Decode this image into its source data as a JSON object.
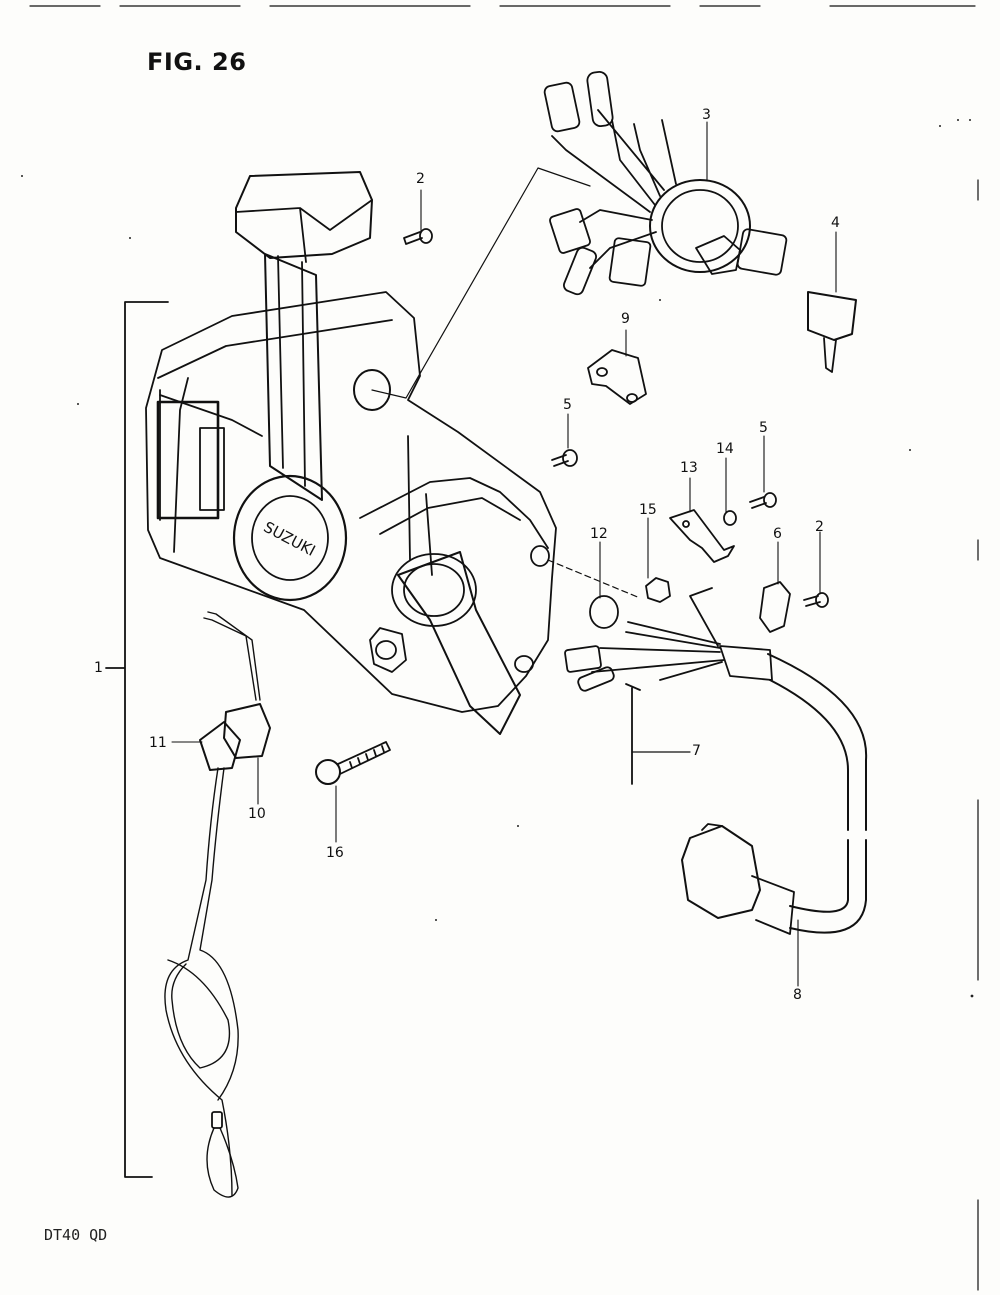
{
  "figure": {
    "title": "FIG. 26",
    "model": "DT40 QD"
  },
  "callouts": [
    "1",
    "2",
    "2",
    "3",
    "4",
    "5",
    "5",
    "6",
    "7",
    "8",
    "9",
    "10",
    "11",
    "12",
    "13",
    "14",
    "15",
    "16"
  ],
  "brand_text": "SUZUKI"
}
